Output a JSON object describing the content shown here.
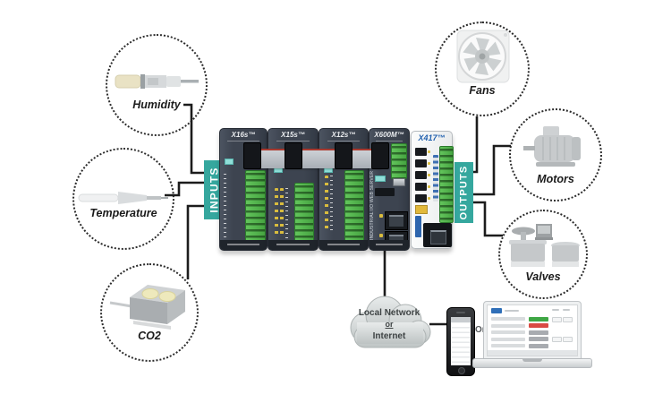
{
  "banners": {
    "inputs_label": "INPUTS",
    "outputs_label": "OUTPUTS",
    "color": "#35A79E"
  },
  "inputs": [
    {
      "label": "Humidity",
      "icon": "humidity-sensor-icon"
    },
    {
      "label": "Temperature",
      "icon": "temperature-probe-icon"
    },
    {
      "label": "CO2",
      "icon": "co2-sensor-icon"
    }
  ],
  "outputs": [
    {
      "label": "Fans",
      "icon": "fan-icon"
    },
    {
      "label": "Motors",
      "icon": "motor-icon"
    },
    {
      "label": "Valves",
      "icon": "valve-icon"
    }
  ],
  "controller": {
    "modules": [
      {
        "label": "X16s™"
      },
      {
        "label": "X15s™"
      },
      {
        "label": "X12s™"
      },
      {
        "label": "X600M™",
        "side_text": "INDUSTRIAL I/O WEB SERVER"
      },
      {
        "label": "X417™",
        "logo_color": "#1F5FAE"
      }
    ],
    "module_body_color": "#3D4450",
    "terminal_color": "#4FAE49"
  },
  "network": {
    "cloud_line1": "Local Network",
    "cloud_line2": "or",
    "cloud_line3": "Internet",
    "or_separator": "Or"
  },
  "laptop_screen": {
    "rows": [
      {
        "status_color": "#3FA745"
      },
      {
        "status_color": "#D94A43"
      },
      {
        "status_color": "#A8ABB0"
      },
      {
        "status_color": "#A8ABB0"
      },
      {
        "status_color": "#A8ABB0"
      }
    ]
  },
  "line_color": "#1C1C1C"
}
